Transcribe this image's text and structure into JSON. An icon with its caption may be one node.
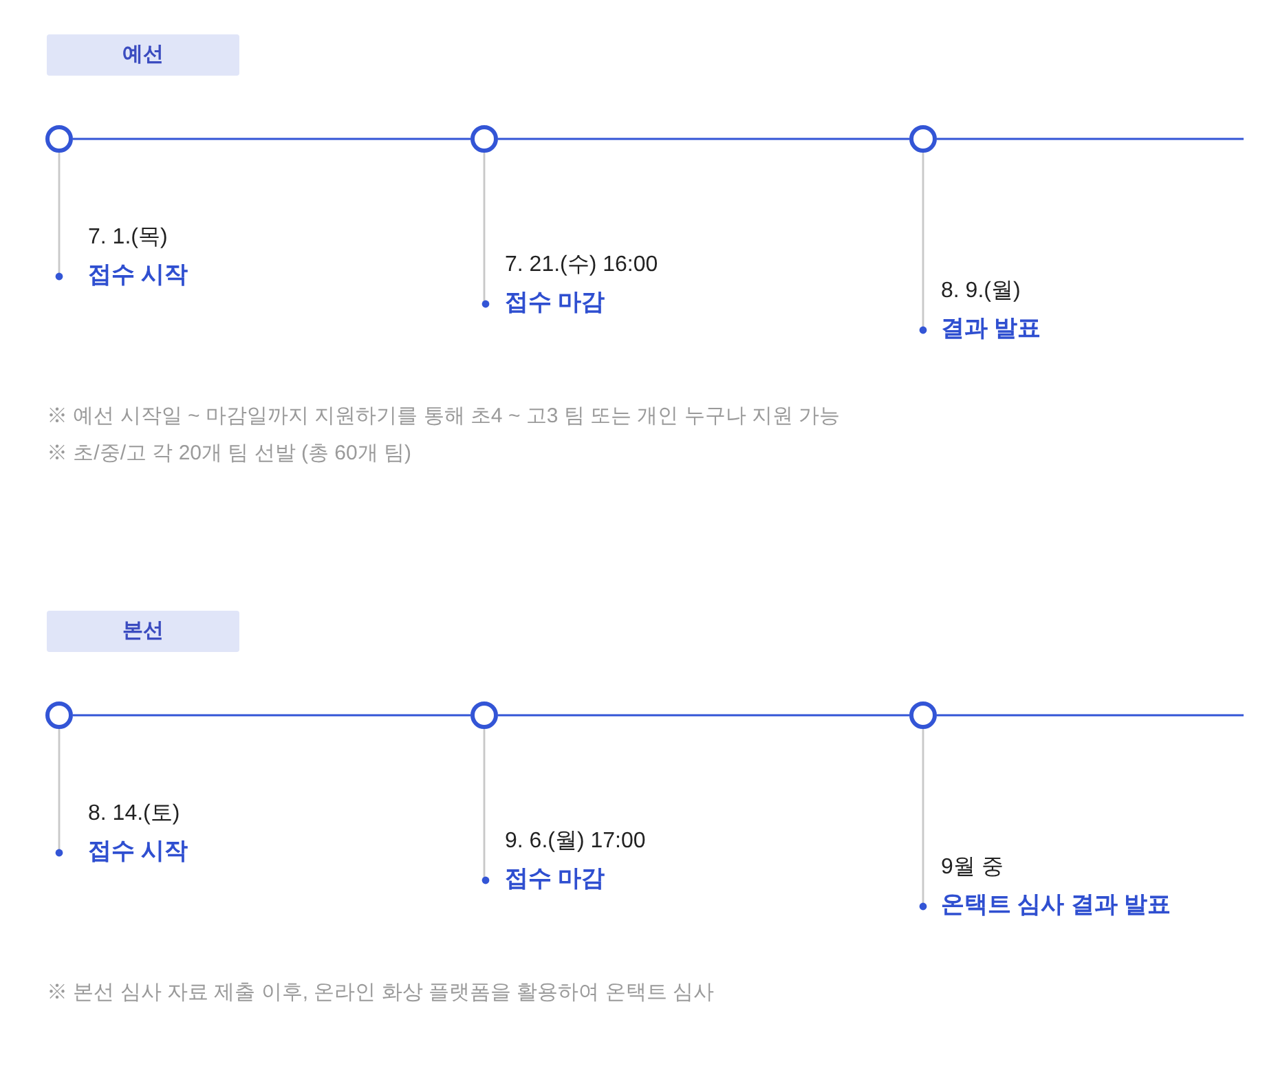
{
  "diagram": {
    "nodes": [
      {
        "text": [
          "예선"
        ]
      },
      {
        "text": [],
        "shape": "circle"
      },
      {
        "text": [],
        "shape": "circle"
      },
      {
        "text": [],
        "shape": "circle"
      },
      {
        "text": [
          "7. 1.(목)",
          "접수 시작"
        ]
      },
      {
        "text": [
          "7. 21.(수) 16:00",
          "접수 마감"
        ]
      },
      {
        "text": [
          "8. 9.(월)",
          "결과 발표"
        ]
      },
      {
        "text": [
          "본선"
        ]
      },
      {
        "text": [],
        "shape": "circle"
      },
      {
        "text": [],
        "shape": "circle"
      },
      {
        "text": [],
        "shape": "circle"
      },
      {
        "text": [
          "8. 14.(토)",
          "접수 시작"
        ]
      },
      {
        "text": [
          "9. 6.(월) 17:00",
          "접수 마감"
        ]
      },
      {
        "text": [
          "9월 중",
          "온택트 심사 결과 발표"
        ]
      }
    ],
    "edges": [
      {
        "from": 1,
        "to": 2,
        "arrow": "none"
      },
      {
        "from": 2,
        "to": 3,
        "arrow": "none"
      },
      {
        "from": 3,
        "to": null,
        "arrow": "none"
      },
      {
        "from": 1,
        "to": 4,
        "arrow": "other",
        "color": "#c8c8c8"
      },
      {
        "from": 2,
        "to": 5,
        "arrow": "other",
        "color": "#c8c8c8"
      },
      {
        "from": 3,
        "to": 6,
        "arrow": "other",
        "color": "#c8c8c8"
      },
      {
        "from": 8,
        "to": 9,
        "arrow": "none"
      },
      {
        "from": 9,
        "to": 10,
        "arrow": "none"
      },
      {
        "from": 10,
        "to": null,
        "arrow": "none"
      },
      {
        "from": 8,
        "to": 11,
        "arrow": "other",
        "color": "#c8c8c8"
      },
      {
        "from": 9,
        "to": 12,
        "arrow": "other",
        "color": "#c8c8c8"
      },
      {
        "from": 10,
        "to": 13,
        "arrow": "other",
        "color": "#c8c8c8"
      }
    ],
    "labels": [
      "※ 예선 시작일 ~ 마감일까지 지원하기를 통해 초4 ~ 고3 팀 또는 개인 누구나 지원 가능",
      "※ 초/중/고 각 20개 팀 선발 (총 60개 팀)",
      "※ 본선 심사 자료 제출 이후, 온라인 화상 플랫폼을 활용하여 온택트 심사"
    ]
  }
}
